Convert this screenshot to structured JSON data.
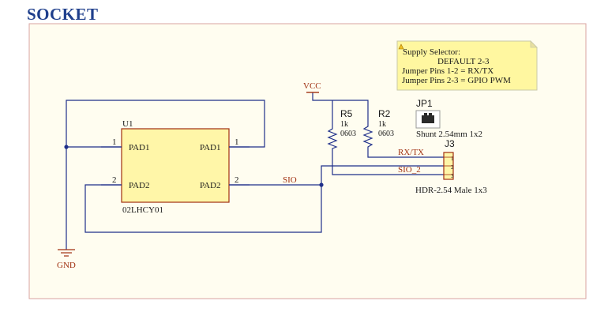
{
  "sheet": {
    "title": "SOCKET"
  },
  "colors": {
    "frame": "#d9a3a0",
    "sheet_bg": "#fffdf0",
    "wire": "#1f2f8a",
    "component_fill": "#fff6a8",
    "component_border": "#a03010",
    "resistor": "#1f2f8a",
    "power": "#a03010",
    "net_label": "#a03010",
    "note_fill": "#fff7a0",
    "text": "#1a1a1a"
  },
  "note": {
    "heading": "Supply Selector:",
    "line1": "DEFAULT 2-3",
    "line2": "Jumper Pins 1-2 = RX/TX",
    "line3": "Jumper Pins 2-3 = GPIO PWM"
  },
  "u1": {
    "designator": "U1",
    "value": "02LHCY01",
    "pins": {
      "left_top": {
        "name": "PAD1",
        "number": "1"
      },
      "left_bottom": {
        "name": "PAD2",
        "number": "2"
      },
      "right_top": {
        "name": "PAD1",
        "number": "1"
      },
      "right_bottom": {
        "name": "PAD2",
        "number": "2"
      }
    }
  },
  "power": {
    "vcc": "VCC",
    "gnd": "GND"
  },
  "r5": {
    "designator": "R5",
    "value": "1k",
    "package": "0603"
  },
  "r2": {
    "designator": "R2",
    "value": "1k",
    "package": "0603"
  },
  "jp1": {
    "designator": "JP1",
    "value": "Shunt 2.54mm 1x2"
  },
  "j3": {
    "designator": "J3",
    "value": "HDR-2.54 Male 1x3",
    "pins": [
      "1",
      "2",
      "3"
    ]
  },
  "nets": {
    "sio": "SIO",
    "rxtx": "RX/TX",
    "sio2": "SIO_2"
  }
}
